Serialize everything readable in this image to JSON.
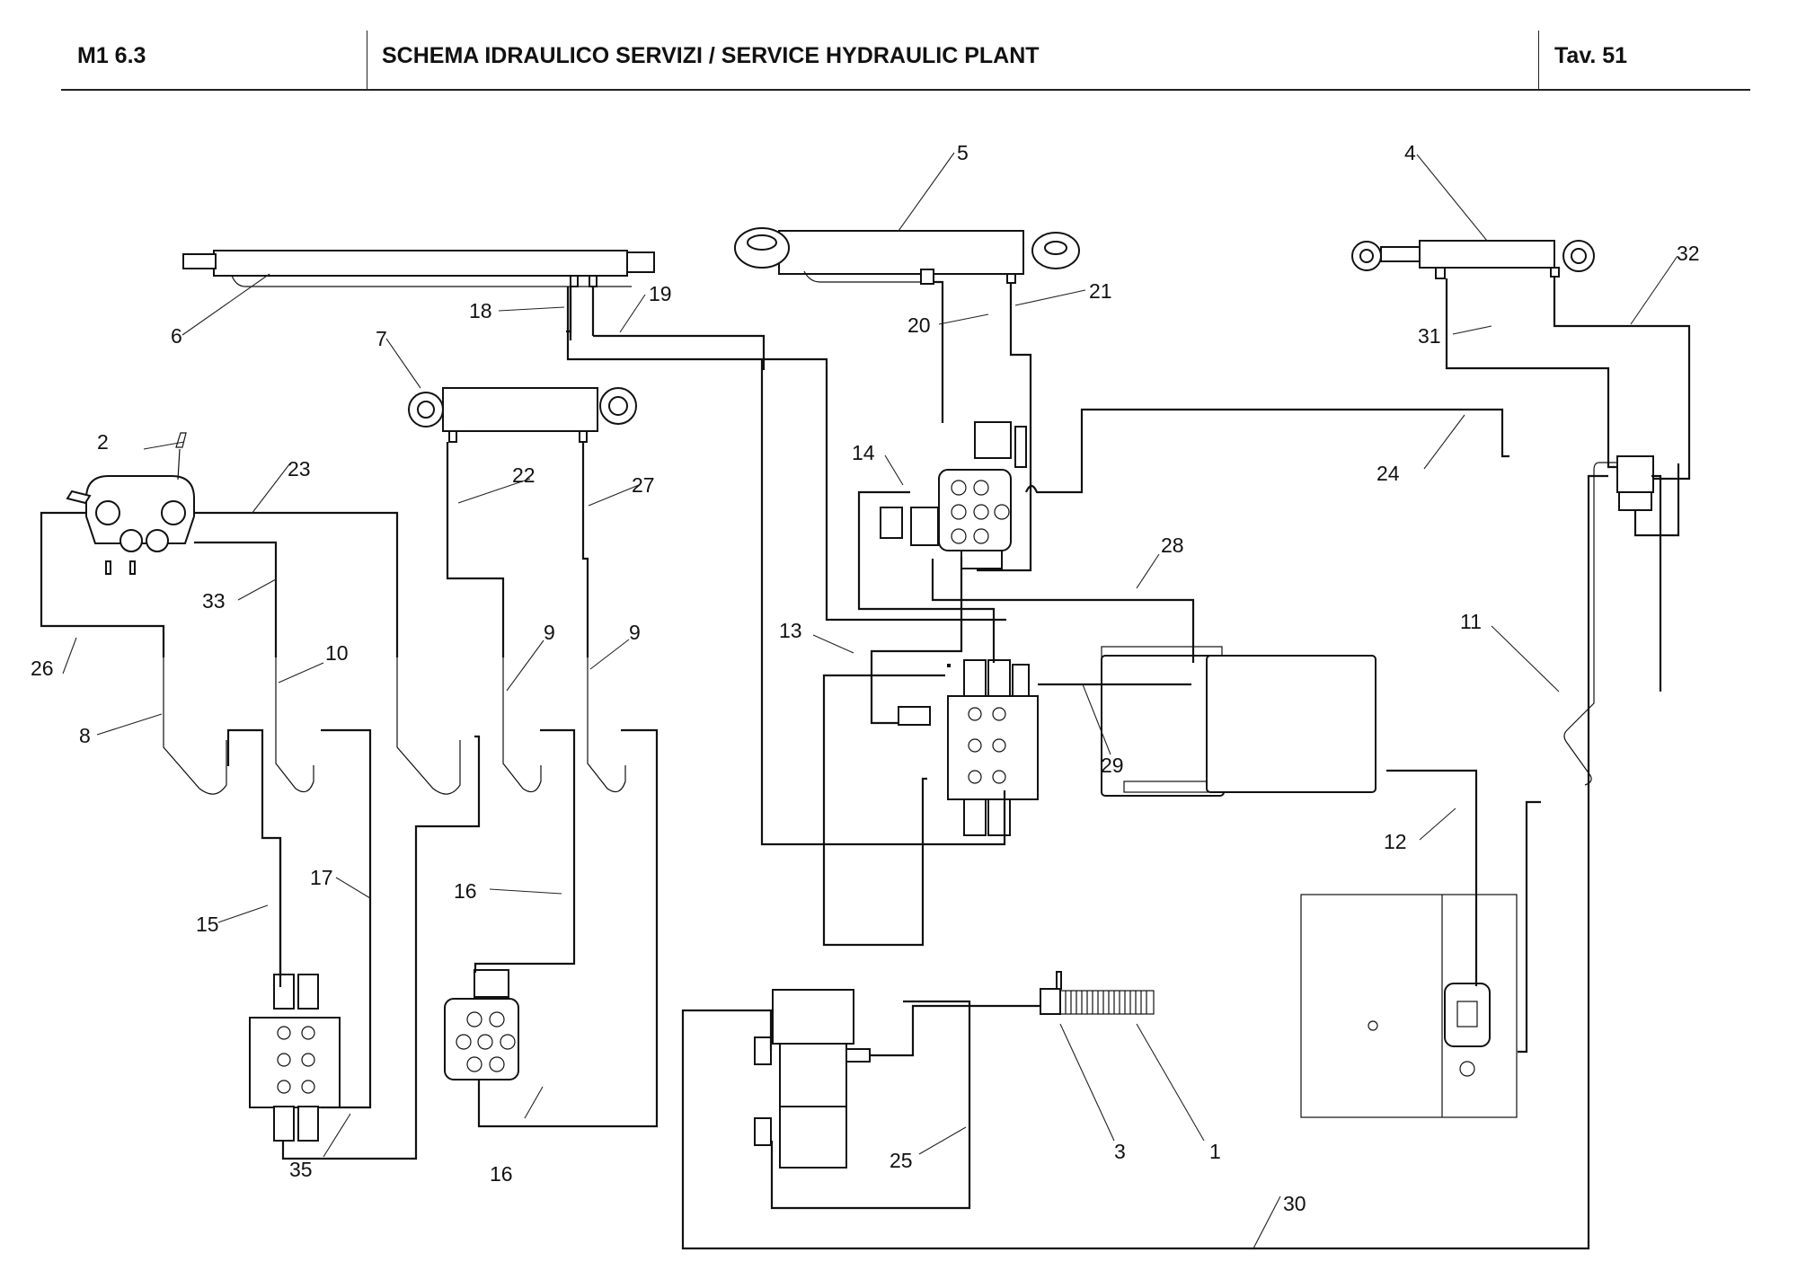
{
  "header": {
    "code": "M1 6.3",
    "title": "SCHEMA IDRAULICO SERVIZI / SERVICE HYDRAULIC PLANT",
    "table": "Tav.  51"
  },
  "callouts": [
    "1",
    "2",
    "3",
    "4",
    "5",
    "6",
    "7",
    "8",
    "9",
    "9",
    "10",
    "11",
    "12",
    "13",
    "14",
    "15",
    "16",
    "16",
    "17",
    "18",
    "19",
    "20",
    "21",
    "22",
    "23",
    "24",
    "25",
    "26",
    "27",
    "28",
    "29",
    "30",
    "31",
    "32",
    "33",
    "35"
  ],
  "components": [
    {
      "id": "cylinder-6",
      "type": "hydraulic cylinder (long)"
    },
    {
      "id": "cylinder-5",
      "type": "hydraulic cylinder"
    },
    {
      "id": "cylinder-4",
      "type": "hydraulic cylinder (short)"
    },
    {
      "id": "cylinder-7",
      "type": "hydraulic cylinder"
    },
    {
      "id": "joystick-2",
      "type": "control lever / joystick valve"
    },
    {
      "id": "valve-14",
      "type": "directional valve"
    },
    {
      "id": "valve-13",
      "type": "solenoid valve bank"
    },
    {
      "id": "valve-15",
      "type": "solenoid valve bank"
    },
    {
      "id": "valve-16",
      "type": "directional valve"
    },
    {
      "id": "cooler",
      "type": "oil cooler"
    },
    {
      "id": "pump",
      "type": "gear pump"
    },
    {
      "id": "tank",
      "type": "hydraulic tank"
    },
    {
      "id": "hose-1",
      "type": "suction hose"
    },
    {
      "id": "steering-unit",
      "type": "steering valve"
    }
  ]
}
